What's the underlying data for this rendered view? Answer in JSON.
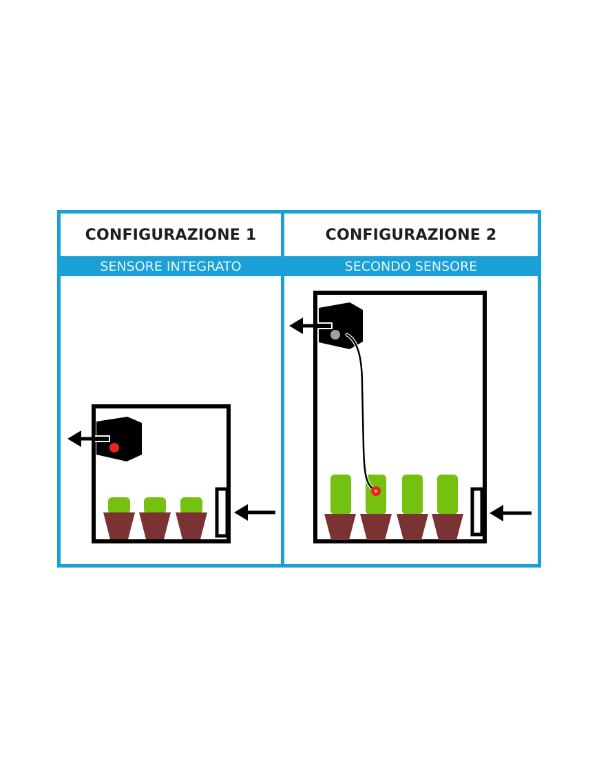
{
  "colors": {
    "frame_blue": "#1a9fd6",
    "title_text": "#1e1e1e",
    "subtitle_text": "#e8f6fc",
    "plant_green": "#74c10f",
    "pot_brown": "#7a3232",
    "sensor_red": "#ee2020",
    "sensor_grey": "#a0a0a0",
    "device_black": "#000000"
  },
  "panels": [
    {
      "title": "CONFIGURAZIONE 1",
      "subtitle": "SENSORE INTEGRATO",
      "plants": 3,
      "plant_size": "small",
      "sensor": "integrated (red dot on device)"
    },
    {
      "title": "CONFIGURAZIONE 2",
      "subtitle": "SECONDO SENSORE",
      "plants": 4,
      "plant_size": "tall",
      "sensor": "external probe on wire (red dot at plant), grey port on device"
    }
  ]
}
